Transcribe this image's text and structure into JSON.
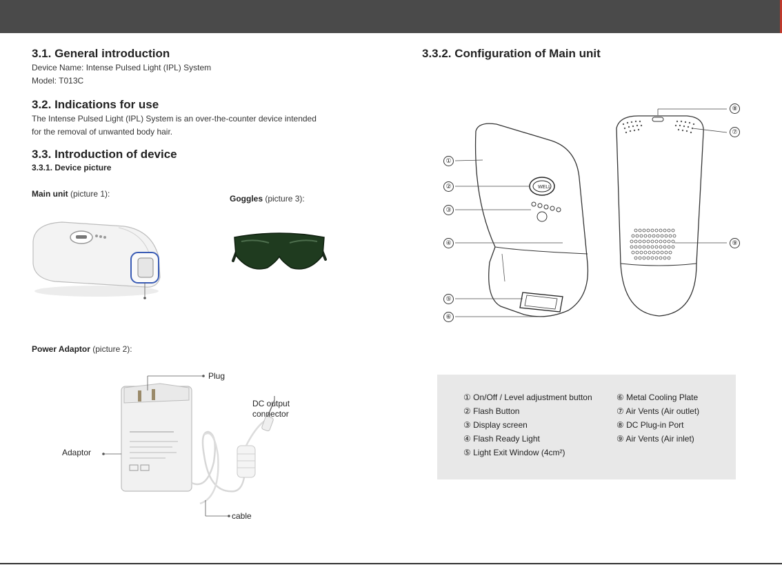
{
  "left": {
    "s31_title": "3.1. General introduction",
    "device_name": "Device Name: Intense Pulsed Light (IPL) System",
    "model": "Model: T013C",
    "s32_title": "3.2. Indications for use",
    "s32_line1": "The Intense Pulsed Light (IPL) System is an over-the-counter device intended",
    "s32_line2": "for the removal of unwanted body hair.",
    "s33_title": "3.3. Introduction of device",
    "s331_title": "3.3.1. Device picture",
    "main_unit_bold": "Main unit",
    "main_unit_rest": " (picture 1):",
    "goggles_bold": "Goggles",
    "goggles_rest": " (picture 3):",
    "power_bold": "Power Adaptor",
    "power_rest": " (picture 2):",
    "adaptor_labels": {
      "plug": "Plug",
      "dc_line1": "DC output",
      "dc_line2": "connector",
      "adaptor": "Adaptor",
      "cable": "cable"
    }
  },
  "right": {
    "s332_title": "3.3.2. Configuration of Main unit",
    "callouts": [
      "①",
      "②",
      "③",
      "④",
      "⑤",
      "⑥",
      "⑦",
      "⑧",
      "⑨"
    ],
    "legend": {
      "col1": [
        {
          "num": "①",
          "text": "On/Off / Level adjustment button"
        },
        {
          "num": "②",
          "text": "Flash Button"
        },
        {
          "num": "③",
          "text": "Display screen"
        },
        {
          "num": "④",
          "text": "Flash Ready Light"
        },
        {
          "num": "⑤",
          "text": "Light Exit Window (4cm²)"
        }
      ],
      "col2": [
        {
          "num": "⑥",
          "text": "Metal Cooling Plate"
        },
        {
          "num": "⑦",
          "text": "Air Vents (Air outlet)"
        },
        {
          "num": "⑧",
          "text": "DC Plug-in Port"
        },
        {
          "num": "⑨",
          "text": "Air Vents (Air inlet)"
        }
      ]
    }
  },
  "colors": {
    "header_bar": "#4a4a4a",
    "accent": "#c0392b",
    "legend_bg": "#e8e8e8"
  }
}
